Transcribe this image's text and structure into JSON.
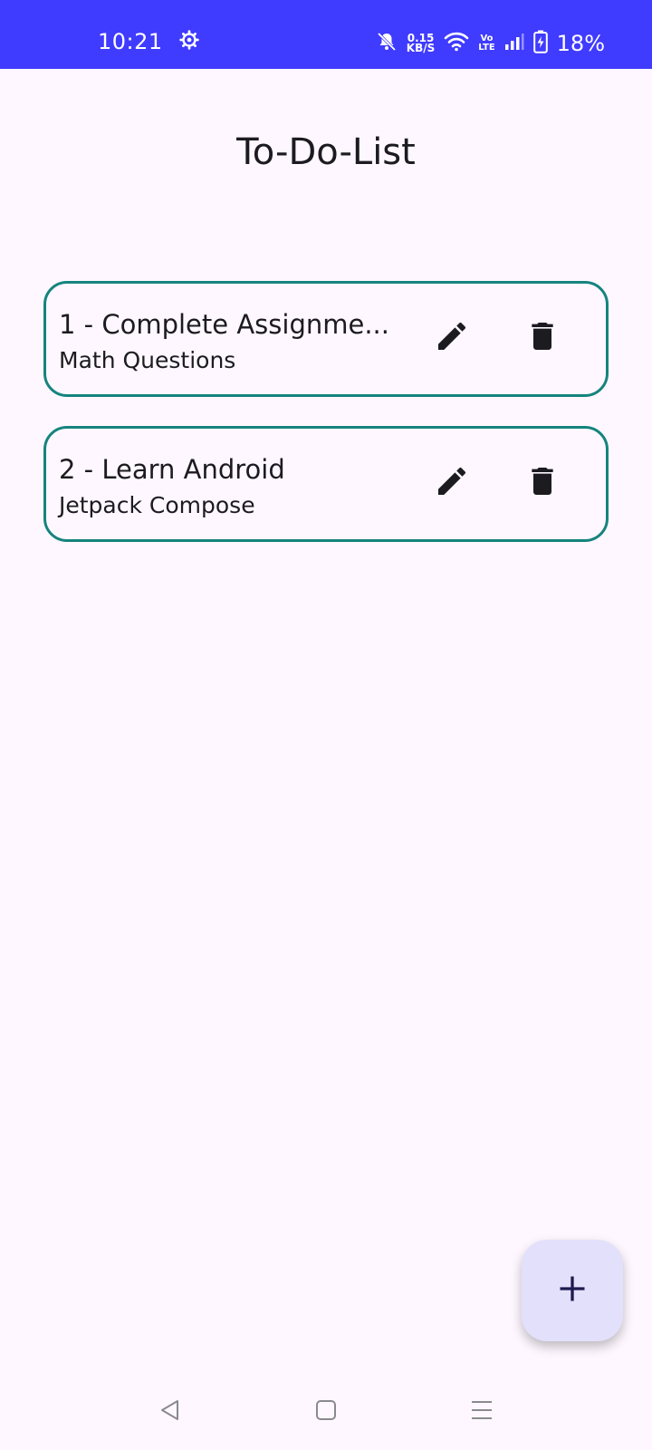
{
  "status_bar": {
    "time": "10:21",
    "net_speed_value": "0.15",
    "net_speed_unit": "KB/S",
    "volte_top": "Vo",
    "volte_bottom": "LTE",
    "battery": "18%",
    "icons": [
      "settings-gear-icon",
      "bell-off-icon",
      "wifi-icon",
      "signal-icon",
      "battery-charging-icon"
    ]
  },
  "app": {
    "title": "To-Do-List"
  },
  "tasks": [
    {
      "title": "1 - Complete Assignme...",
      "description": "Math Questions"
    },
    {
      "title": "2 - Learn Android",
      "description": "Jetpack Compose"
    }
  ],
  "colors": {
    "status_bar": "#3F3BFF",
    "background": "#FEF7FF",
    "card_border": "#15847E",
    "fab": "#E3E0FB",
    "text": "#1C1B1F"
  },
  "fab": {
    "icon": "plus-icon"
  },
  "nav": {
    "icons": [
      "back-icon",
      "home-icon",
      "recents-icon"
    ]
  }
}
